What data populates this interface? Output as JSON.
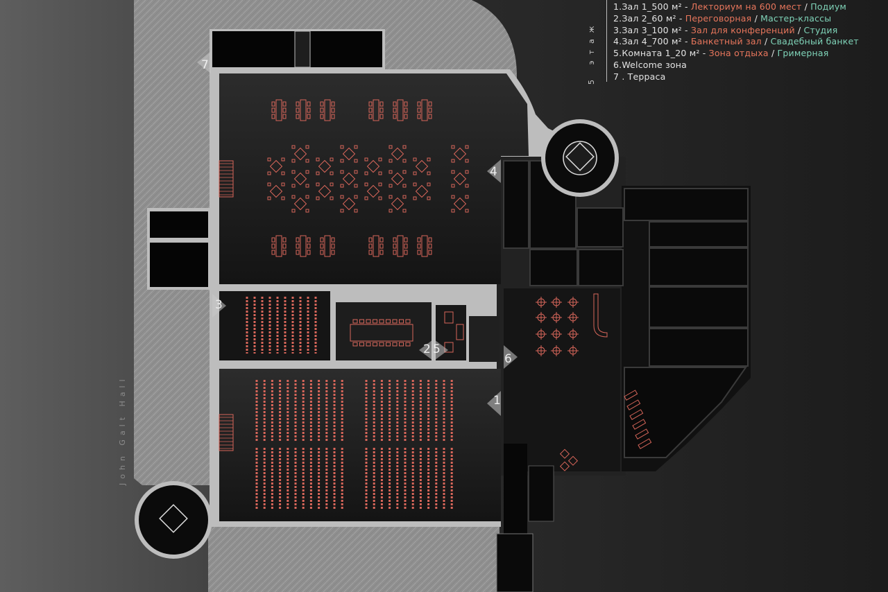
{
  "floor_label": "5 этаж",
  "street_label": "John Galt Hall",
  "legend": [
    {
      "prefix": "1.Зал 1_500 м² - ",
      "items": [
        {
          "text": "Лекториум на 600 мест",
          "c": "o"
        },
        {
          "text": " / ",
          "c": ""
        },
        {
          "text": "Подиум",
          "c": "g"
        }
      ]
    },
    {
      "prefix": "2.Зал 2_60 м² - ",
      "items": [
        {
          "text": "Переговорная",
          "c": "o"
        },
        {
          "text": " / ",
          "c": ""
        },
        {
          "text": "Мастер-классы",
          "c": "g"
        }
      ]
    },
    {
      "prefix": "3.Зал 3_100 м² - ",
      "items": [
        {
          "text": "Зал для конференций",
          "c": "o"
        },
        {
          "text": " / ",
          "c": ""
        },
        {
          "text": "Студия",
          "c": "g"
        }
      ]
    },
    {
      "prefix": "4.Зал 4_700 м² - ",
      "items": [
        {
          "text": "Банкетный зал",
          "c": "o"
        },
        {
          "text": " / ",
          "c": ""
        },
        {
          "text": "Свадебный банкет",
          "c": "g"
        }
      ]
    },
    {
      "prefix": "5.Комната 1_20 м² - ",
      "items": [
        {
          "text": "Зона отдыха",
          "c": "o"
        },
        {
          "text": " / ",
          "c": ""
        },
        {
          "text": "Гримерная",
          "c": "g"
        }
      ]
    },
    {
      "prefix": "6.Welcome зона",
      "items": []
    },
    {
      "prefix": "7 . Терраса",
      "items": []
    }
  ],
  "markers": [
    "1",
    "2",
    "3",
    "4",
    "5",
    "6",
    "7"
  ],
  "colors": {
    "furniture": "#d8665a",
    "wall": "#b9b9b9",
    "terrace": "#9a9a9a",
    "room": "#0c0c0c"
  }
}
